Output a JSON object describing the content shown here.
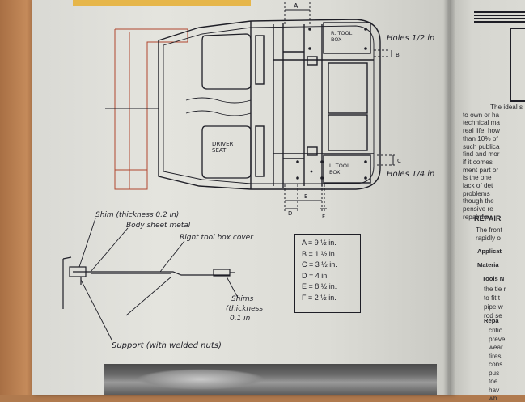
{
  "diagram": {
    "top_dimension_label": "A",
    "r_tool_box": "R. TOOL\nBOX",
    "l_tool_box": "L. TOOL\nBOX",
    "driver_seat": "DRIVER\nSEAT",
    "holes_top": "Holes 1/2 in",
    "holes_bottom": "Holes 1/4 in",
    "dim_b": "B",
    "dim_c": "C",
    "dim_d": "D",
    "dim_e": "E",
    "dim_f": "F",
    "shim_label": "Shim (thickness 0.2 in)",
    "body_sheet_metal": "Body sheet metal",
    "right_tool_box_cover": "Right tool box cover",
    "shims_label_1": "Shims",
    "shims_label_2": "(thickness",
    "shims_label_3": "0.1 in",
    "support_label": "Support (with welded nuts)"
  },
  "legend": {
    "rows": [
      "A = 9 ½ in.",
      "B = 1 ½ in.",
      "C = 3 ½ in.",
      "D = 4 in.",
      "E = 8 ½ in.",
      "F = 2 ½ in."
    ]
  },
  "right_page": {
    "para_lines": [
      "The ideal s",
      "to own or ha",
      "technical ma",
      "real life, how",
      "than 10% of",
      "such publica",
      "find and mor",
      "if it comes",
      "ment part or",
      "is the one",
      "lack of det",
      "problems",
      "though the",
      "pensive re",
      "repair for"
    ],
    "repair_heading": "REPAIR",
    "repair_lines": [
      "The front",
      "rapidly o"
    ],
    "applicat": "Applicat",
    "material": "Materia",
    "tools": "Tools N",
    "tools_lines": [
      "the tie r",
      "to fit t",
      "pipe w",
      "rod se"
    ],
    "repai": "Repa",
    "repai_lines": [
      "critic",
      "preve",
      "wear",
      "tires",
      "cons",
      "pus",
      "toe",
      "hav",
      "wh"
    ]
  }
}
